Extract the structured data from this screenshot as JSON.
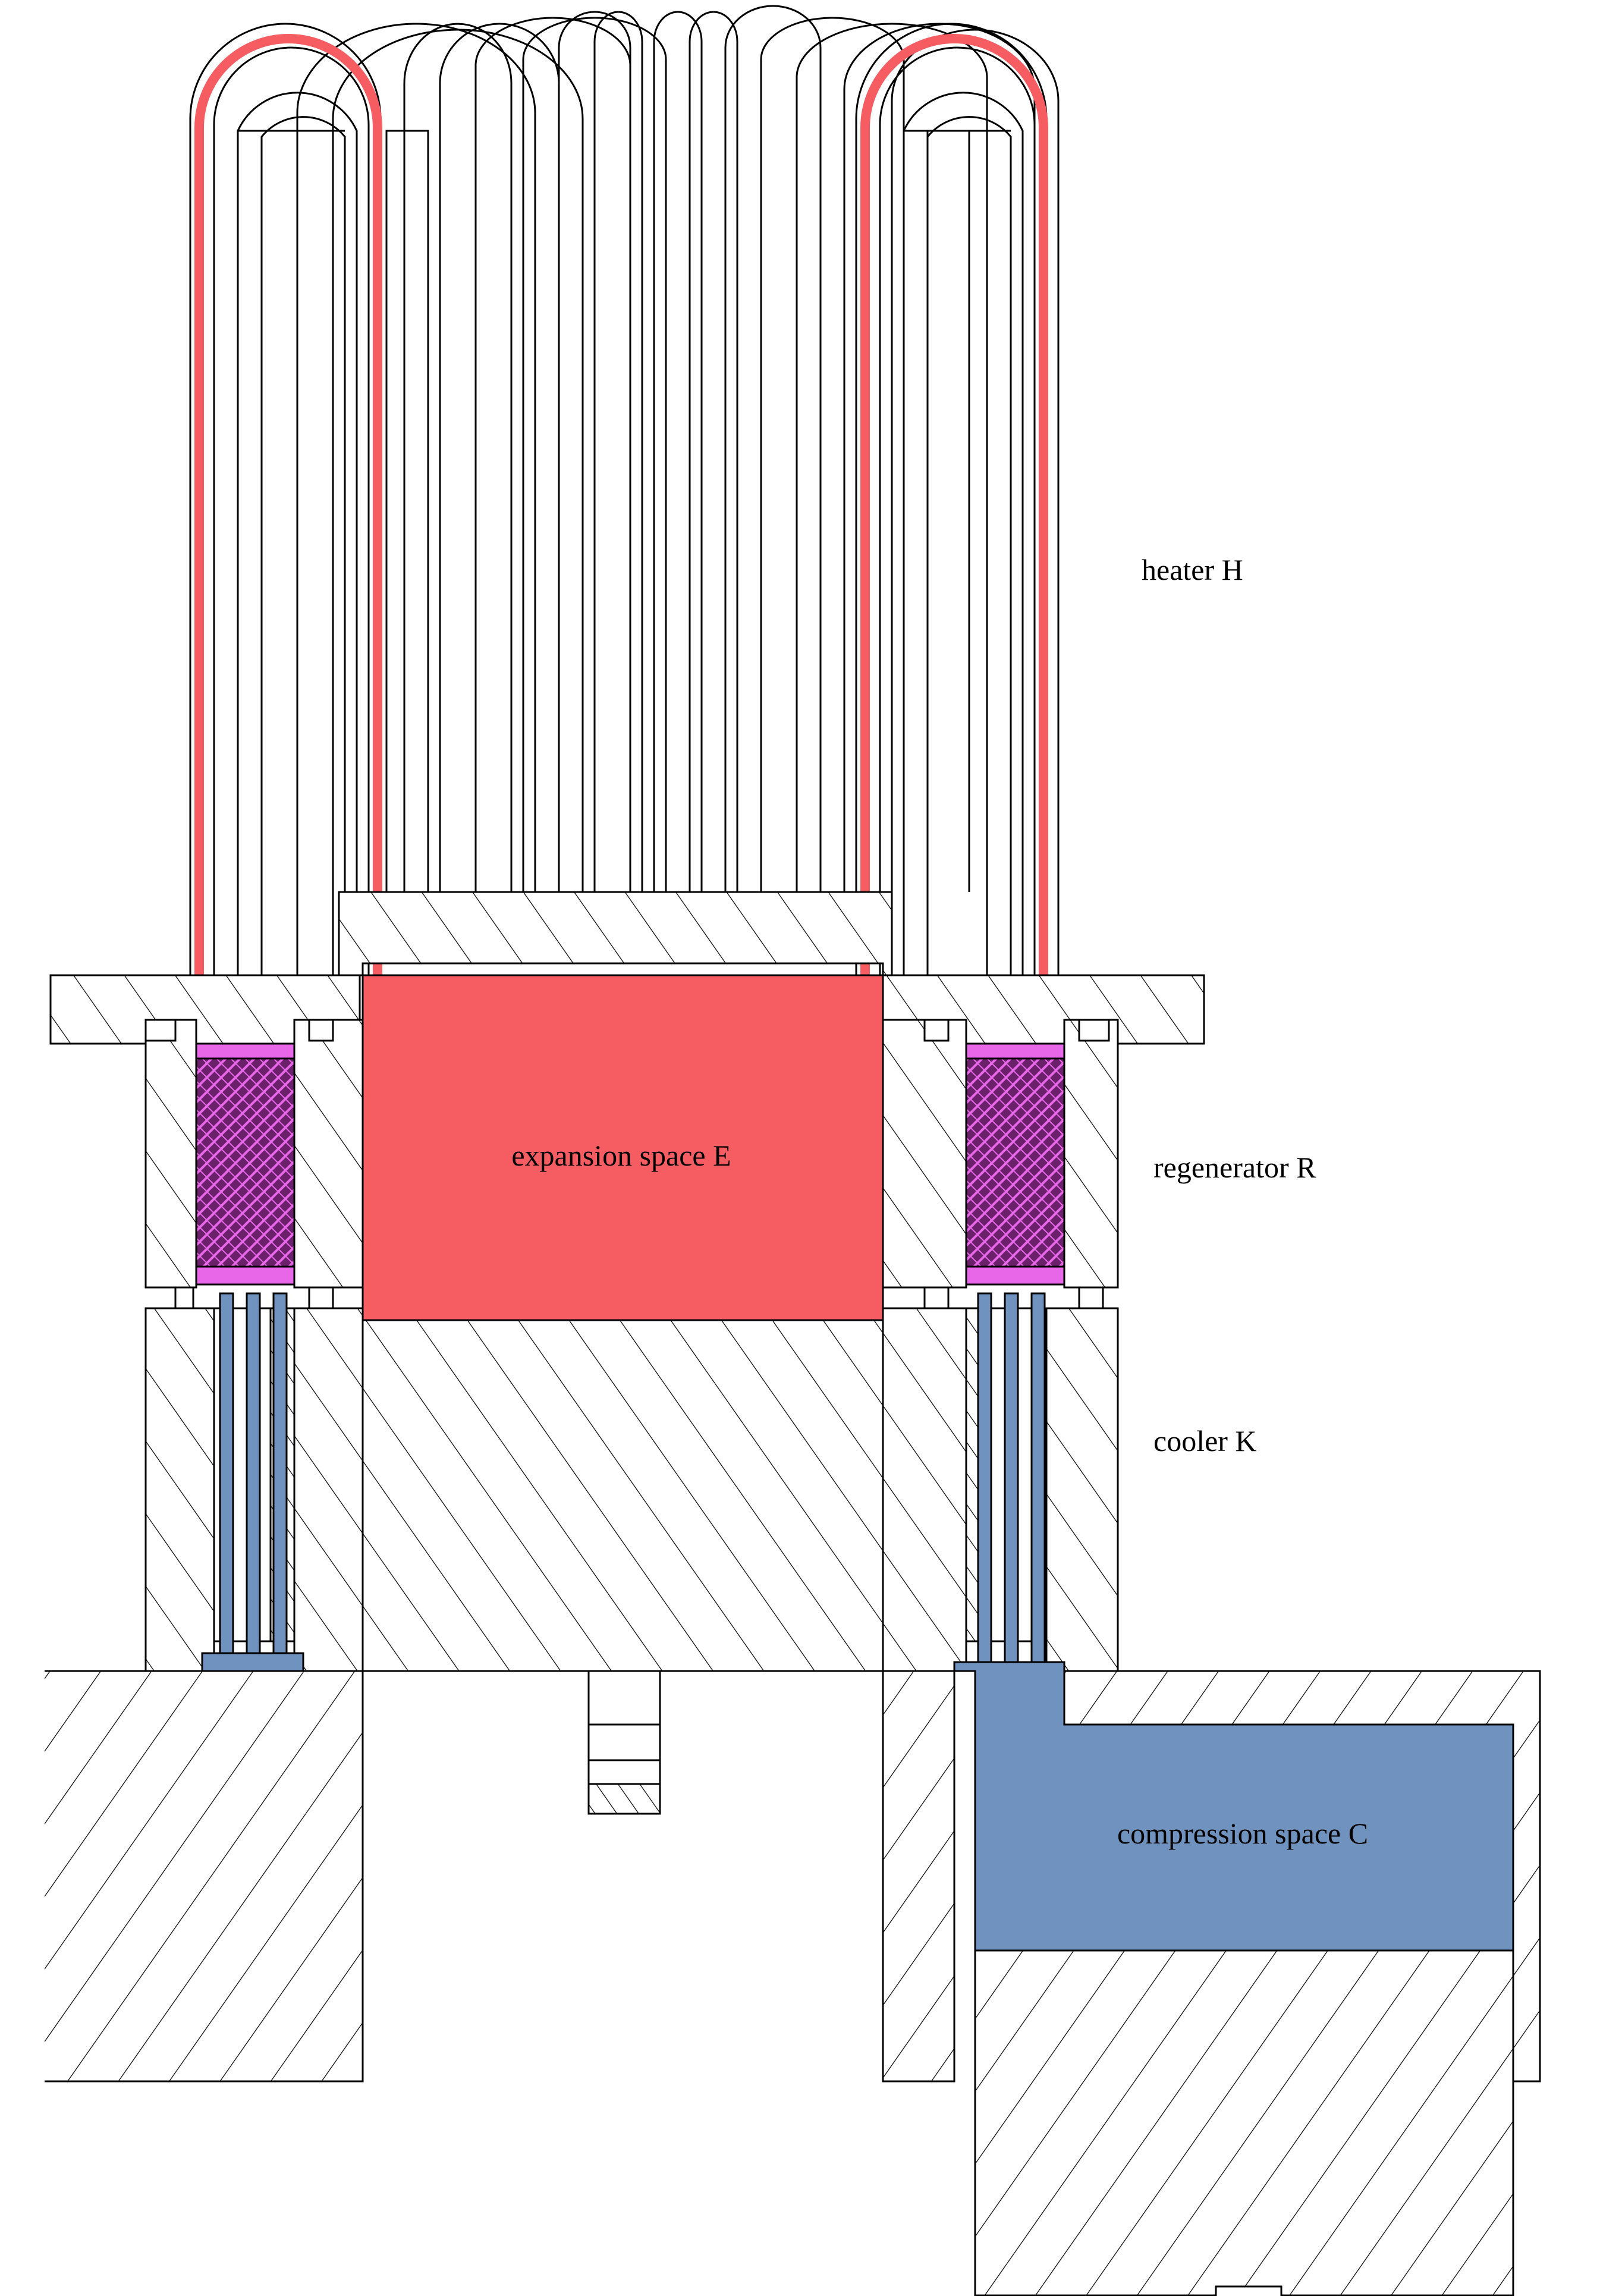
{
  "labels": {
    "heater": "heater H",
    "regenerator": "regenerator R",
    "cooler": "cooler K",
    "expansion_space": "expansion space E",
    "compression_space": "compression space C"
  },
  "colors": {
    "expansion_space": "#f65d62",
    "heater_tube": "#f65d62",
    "compression_space": "#7092be",
    "cooler_tube": "#7092be",
    "regenerator_ends": "#e866e8",
    "regenerator_matrix": "#6a206a",
    "hatch": "#000000",
    "background": "#ffffff"
  },
  "icons": {
    "regenerator_matrix": "cross-hatched mesh",
    "solid_material": "diagonal hatching"
  }
}
